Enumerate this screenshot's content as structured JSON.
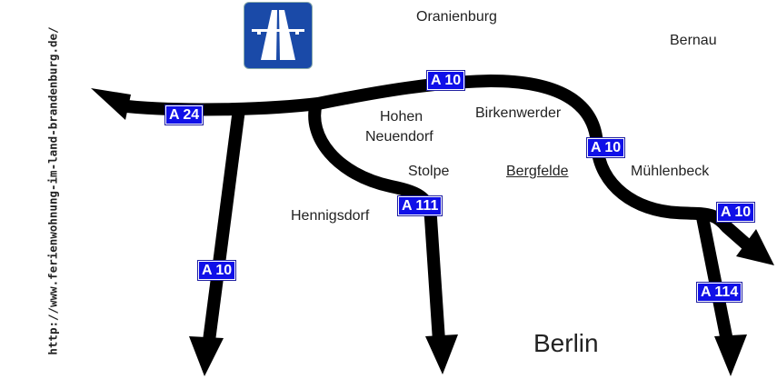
{
  "url": "http://www.ferienwohnung-im-land-brandenburg.de/",
  "logo": {
    "icon": "autobahn-sign-icon",
    "color": "#1a4aa8"
  },
  "shield_color": "#1010e8",
  "shields": [
    "A 24",
    "A 10",
    "A 111",
    "A 10",
    "A 10",
    "A 10",
    "A 114"
  ],
  "towns": {
    "oranienburg": "Oranienburg",
    "bernau": "Bernau",
    "hohen": "Hohen",
    "neuendorf": "Neuendorf",
    "birkenwerder": "Birkenwerder",
    "stolpe": "Stolpe",
    "bergfelde": "Bergfelde",
    "muehlenbeck": "Mühlenbeck",
    "hennigsdorf": "Hennigsdorf",
    "berlin": "Berlin"
  }
}
